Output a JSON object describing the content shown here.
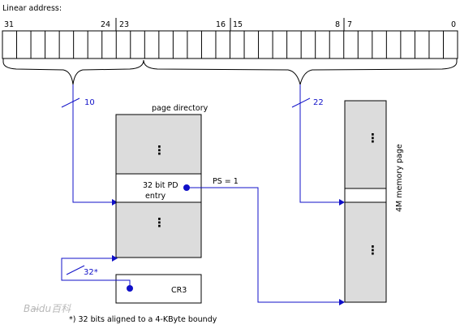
{
  "linear_address": {
    "title": "Linear address:",
    "bit_labels": [
      "31",
      "24",
      "23",
      "16",
      "15",
      "8",
      "7",
      "0"
    ]
  },
  "page_directory": {
    "title": "page directory",
    "entry_label_line1": "32 bit PD",
    "entry_label_line2": "entry",
    "ellipsis": "⋮"
  },
  "cr3": {
    "label": "CR3"
  },
  "memory_page": {
    "title": "4M memory page",
    "ellipsis": "⋮"
  },
  "annotations": {
    "bits_directory": "10",
    "bits_offset": "22",
    "bits_cr3": "32*",
    "ps_flag": "PS = 1"
  },
  "footnote": "*) 32 bits aligned to a 4-KByte boundy",
  "watermark": "Bai̶du百科",
  "colors": {
    "line": "#1010c8",
    "box_fill": "#dcdcdc",
    "stroke": "#000000"
  }
}
